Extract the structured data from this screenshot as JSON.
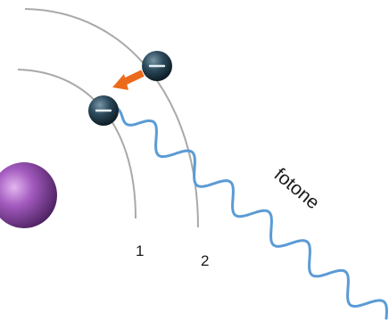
{
  "diagram": {
    "orbit_labels": [
      "1",
      "2"
    ],
    "photon_label": "fotone",
    "electron_sign": "−"
  },
  "colors": {
    "orbit": "#a9a9a9",
    "photon_wave": "#5b9bd5",
    "transition_arrow": "#ec6a1c",
    "electron": "#1e3a4c",
    "nucleus": "#7b3f91"
  },
  "icons": {
    "nucleus": "nucleus-icon",
    "electron": "electron-icon",
    "transition_arrow": "arrow-icon",
    "photon": "wave-icon"
  }
}
